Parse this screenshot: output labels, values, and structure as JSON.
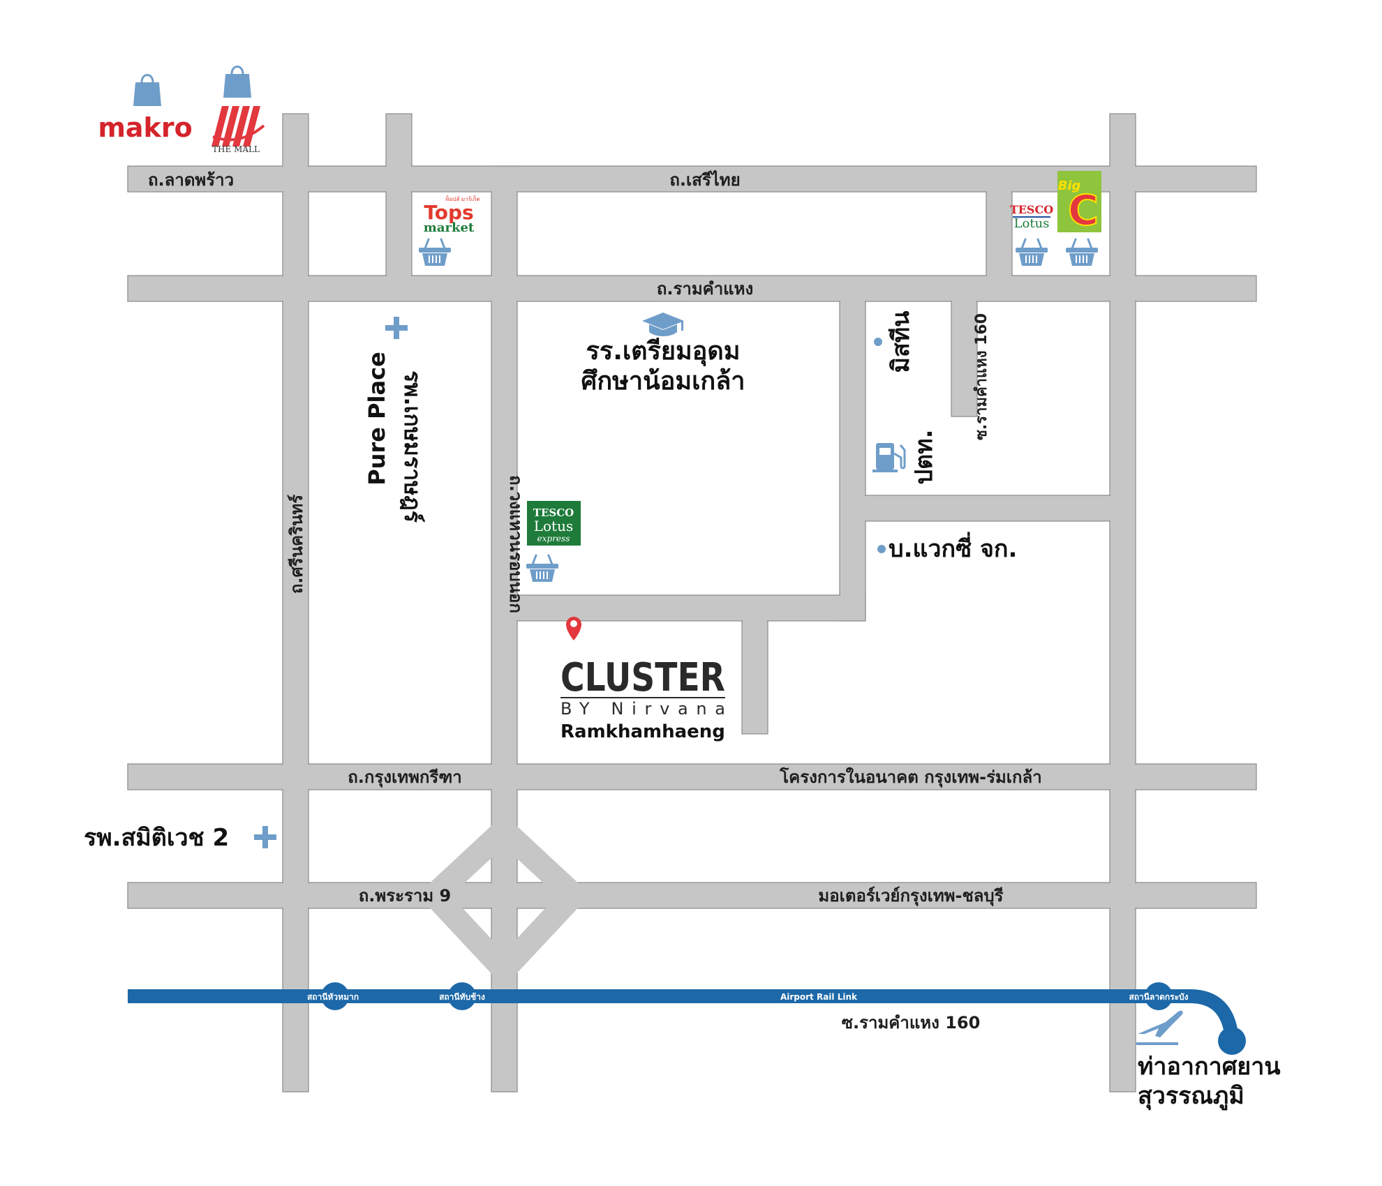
{
  "roads": {
    "ladprao": "ถ.ลาดพร้าว",
    "serithai": "ถ.เสรีไทย",
    "ramkhamhaeng": "ถ.รามคำแหง",
    "krungthep_kreetha": "ถ.กรุงเทพกรีฑา",
    "future_project": "โครงการในอนาคต กรุงเทพ-ร่มเกล้า",
    "rama9": "ถ.พระราม 9",
    "motorway": "มอเตอร์เวย์กรุงเทพ-ชลบุรี",
    "srinakarin": "ถ.ศรีนครินทร์",
    "outer_ring": "ถ.วงแหวนรอบนอก",
    "soi_ram160_vertical": "ซ.รามคำแหง 160",
    "soi_ram160_bottom": "ซ.รามคำแหง 160"
  },
  "rail": {
    "name": "Airport Rail Link",
    "stations": [
      "สถานีหัวหมาก",
      "สถานีทับช้าง",
      "สถานีลาดกระบัง"
    ],
    "color": "#1c68a8"
  },
  "places": {
    "hospital_pure": "Pure Place",
    "hospital_kasemrad": "รพ.เกษมราษฎร์",
    "school_line1": "รร.เตรียมอุดม",
    "school_line2": "ศึกษาน้อมเกล้า",
    "mistine": "มิสทีน",
    "ptt": "ปตท.",
    "vacy": "บ.แวกซี่ จก.",
    "samitivej": "รพ.สมิติเวช 2",
    "airport_line1": "ท่าอากาศยาน",
    "airport_line2": "สุวรรณภูมิ"
  },
  "brands": {
    "makro": "makro",
    "the_mall": "THE MALL",
    "tops_top": "ท็อปส์ มาร์เก็ต",
    "tops": "Tops",
    "tops_market": "market",
    "tesco": "TESCO",
    "lotus": "Lotus",
    "express": "express",
    "big": "Big",
    "c": "C"
  },
  "project": {
    "name": "CLUSTER",
    "by": "BY Nirvana",
    "location": "Ramkhamhaeng"
  },
  "colors": {
    "road": "#c6c6c6",
    "rail": "#1c68a8",
    "icon_blue": "#6f9dc9",
    "makro_red": "#d5242b",
    "tops_red": "#e23a2e",
    "tesco_green": "#1e7b3a",
    "bigc_green": "#8fc43d",
    "bigc_yellow": "#ffe000",
    "pin_red": "#e2383e"
  },
  "icons": [
    "shopping-bag-icon",
    "basket-icon",
    "hospital-cross-icon",
    "graduation-cap-icon",
    "fuel-pump-icon",
    "airplane-icon",
    "location-pin-icon"
  ]
}
